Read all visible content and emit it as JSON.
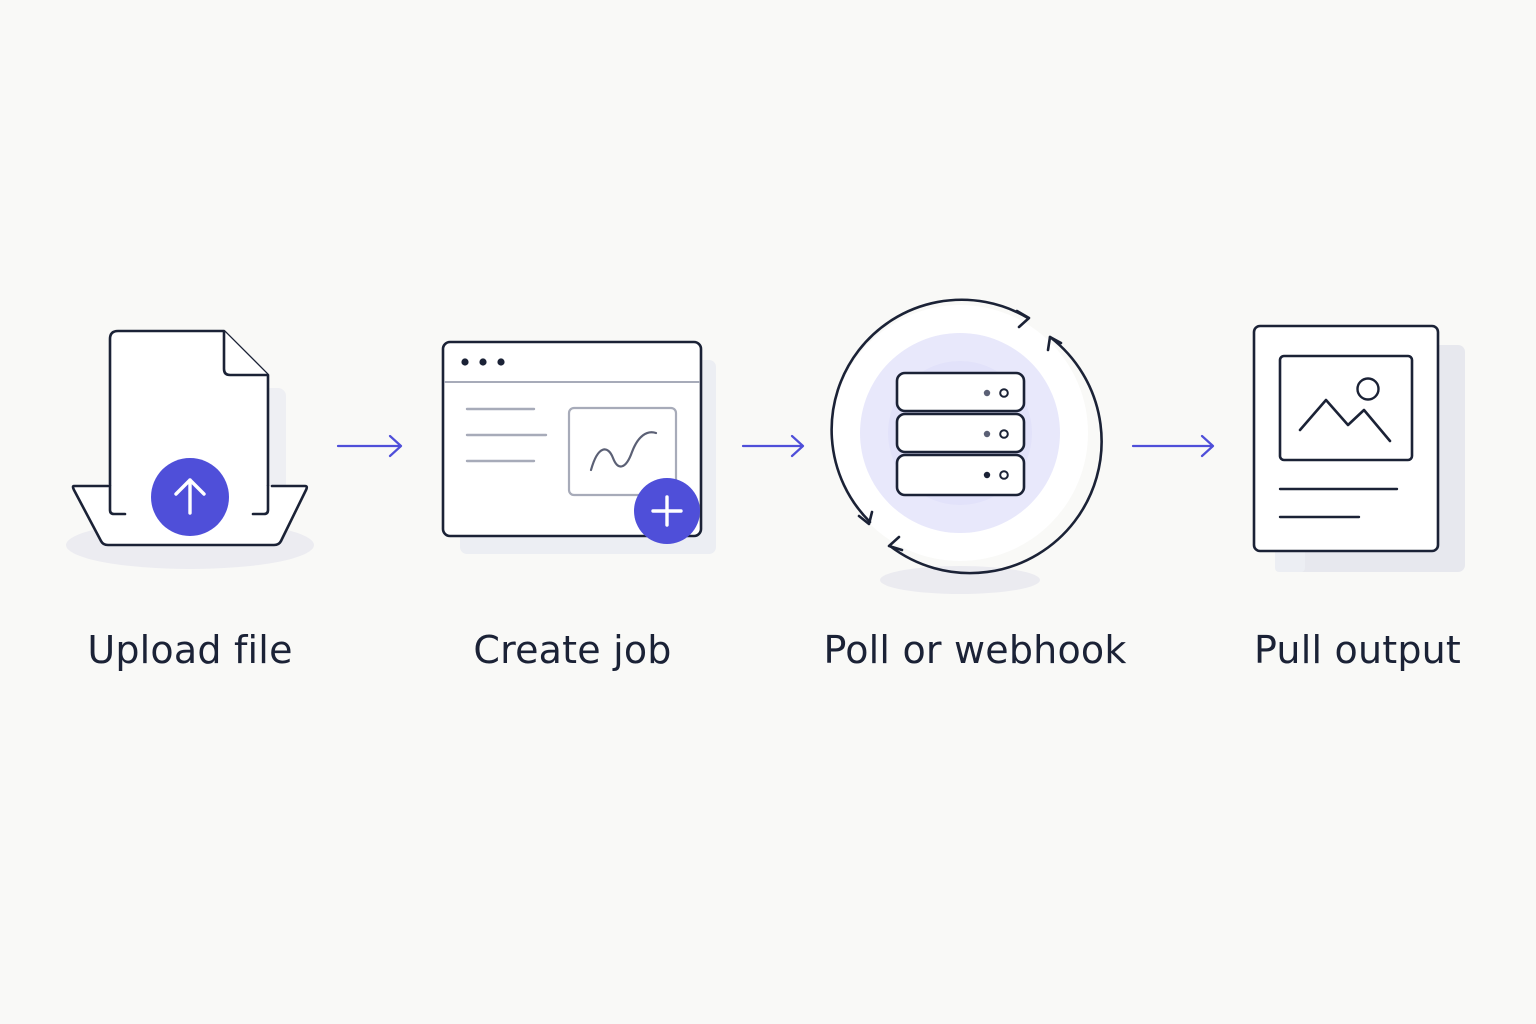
{
  "diagram": {
    "steps": [
      {
        "label": "Upload file",
        "icon": "file-upload-icon"
      },
      {
        "label": "Create job",
        "icon": "browser-window-add-icon"
      },
      {
        "label": "Poll or webhook",
        "icon": "server-sync-icon"
      },
      {
        "label": "Pull output",
        "icon": "image-document-icon"
      }
    ],
    "connectors": [
      "arrow-right-icon",
      "arrow-right-icon",
      "arrow-right-icon"
    ],
    "colors": {
      "background": "#f9f9f7",
      "ink": "#1b2236",
      "accent": "#4f4fd9",
      "muted": "#a7abb9",
      "shadow": "#e7e8ee",
      "halo": "#e8e8fb"
    }
  }
}
